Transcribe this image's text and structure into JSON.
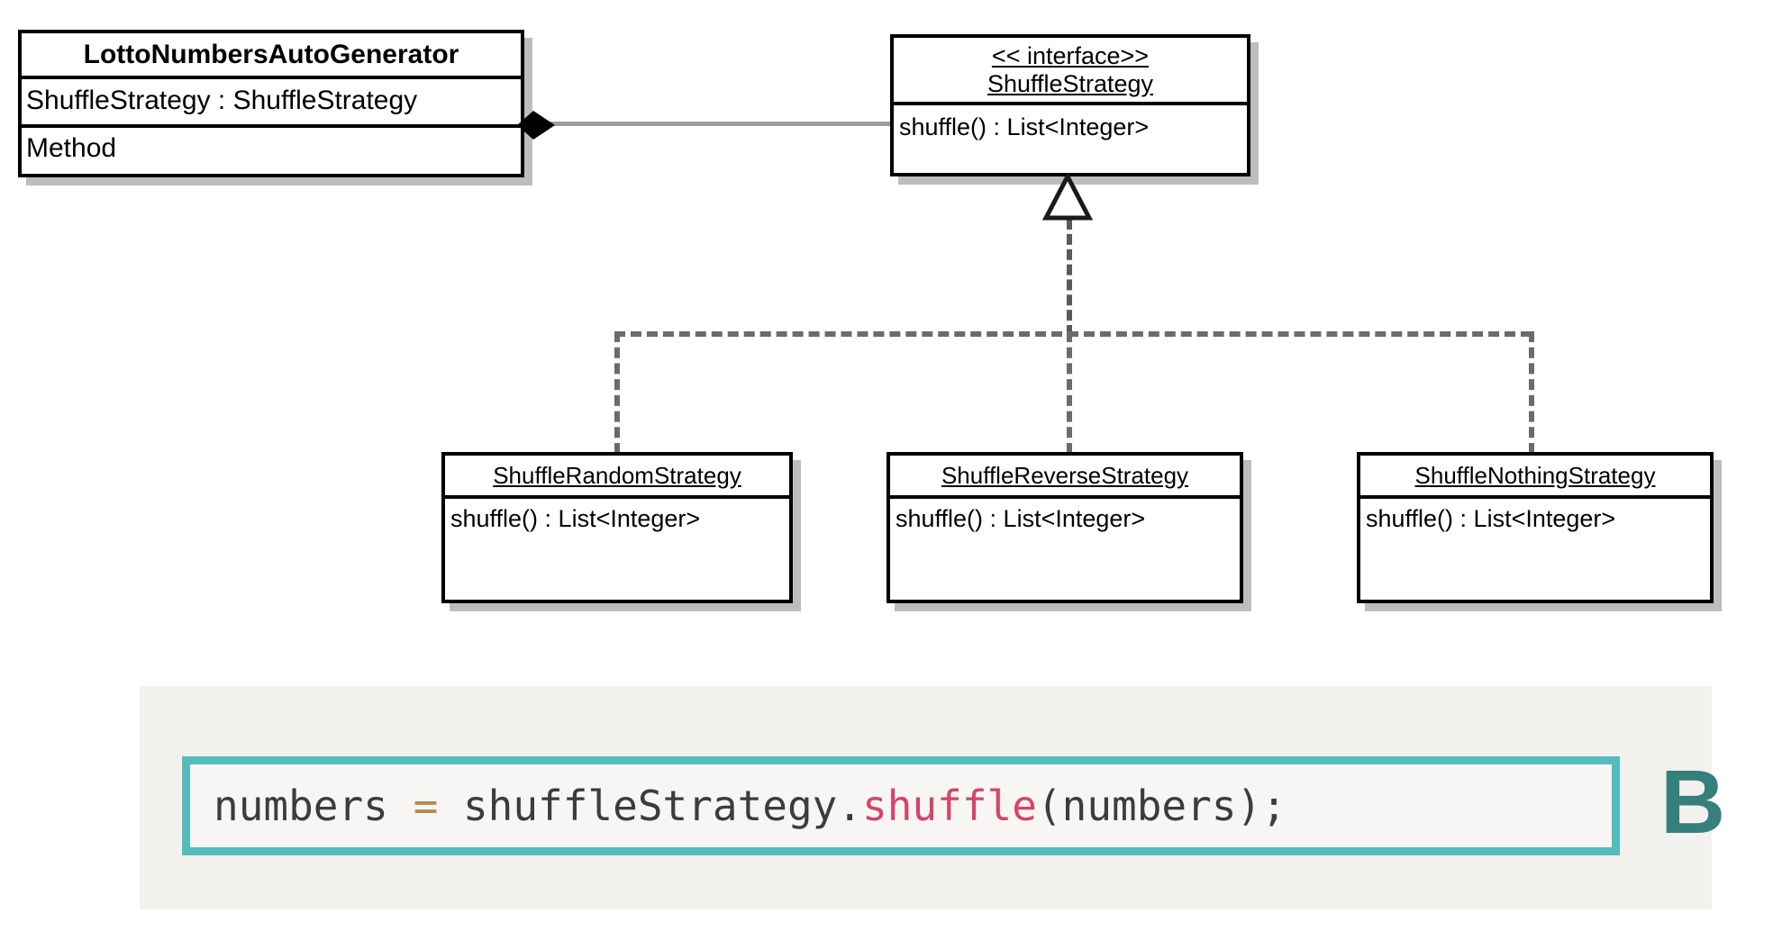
{
  "diagram": {
    "type": "uml-class-diagram",
    "classes": [
      {
        "id": "lotto",
        "name": "LottoNumbersAutoGenerator",
        "stereotype": "",
        "attributes": [
          "ShuffleStrategy : ShuffleStrategy"
        ],
        "methods": [
          "Method"
        ]
      },
      {
        "id": "interface",
        "name": "ShuffleStrategy",
        "stereotype": "<< interface>>",
        "attributes": [],
        "methods": [
          "shuffle() : List<Integer>"
        ]
      },
      {
        "id": "random",
        "name": "ShuffleRandomStrategy",
        "stereotype": "",
        "attributes": [],
        "methods": [
          "shuffle() : List<Integer>"
        ]
      },
      {
        "id": "reverse",
        "name": "ShuffleReverseStrategy",
        "stereotype": "",
        "attributes": [],
        "methods": [
          "shuffle() : List<Integer>"
        ]
      },
      {
        "id": "nothing",
        "name": "ShuffleNothingStrategy",
        "stereotype": "",
        "attributes": [],
        "methods": [
          "shuffle() : List<Integer>"
        ]
      }
    ],
    "relationships": [
      {
        "kind": "composition",
        "from": "lotto",
        "to": "interface",
        "marker": "filled-diamond"
      },
      {
        "kind": "realization",
        "from": "random",
        "to": "interface",
        "marker": "hollow-triangle-dashed"
      },
      {
        "kind": "realization",
        "from": "reverse",
        "to": "interface",
        "marker": "hollow-triangle-dashed"
      },
      {
        "kind": "realization",
        "from": "nothing",
        "to": "interface",
        "marker": "hollow-triangle-dashed"
      }
    ]
  },
  "code_panel": {
    "tokens": [
      {
        "text": "numbers ",
        "role": "plain"
      },
      {
        "text": "=",
        "role": "operator"
      },
      {
        "text": " shuffleStrategy.",
        "role": "plain"
      },
      {
        "text": "shuffle",
        "role": "method"
      },
      {
        "text": "(numbers);",
        "role": "plain"
      }
    ],
    "full_text": "numbers = shuffleStrategy.shuffle(numbers);",
    "prefix": "numbers ",
    "operator": "=",
    "middle": " shuffleStrategy.",
    "method": "shuffle",
    "suffix": "(numbers);",
    "marker_label": "B"
  },
  "colors": {
    "highlight_border": "#54bcbb",
    "marker": "#357f7d",
    "operator": "#b58b4c",
    "method": "#d6436b",
    "panel_bg": "#f2f1ee",
    "box_border": "#000000",
    "box_shadow": "#bdbdbd",
    "connector": "#6b6b6b"
  }
}
